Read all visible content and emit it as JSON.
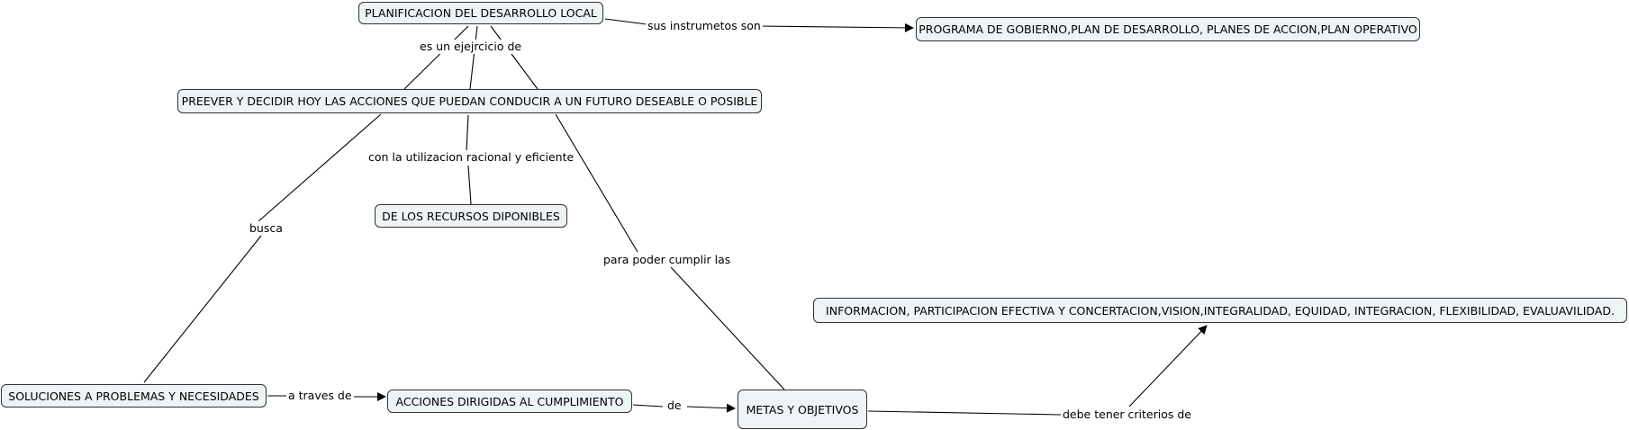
{
  "nodes": {
    "planificacion": "PLANIFICACION DEL DESARROLLO LOCAL",
    "programa": "PROGRAMA DE GOBIERNO,PLAN DE DESARROLLO, PLANES DE ACCION,PLAN OPERATIVO",
    "preever": "PREEVER Y DECIDIR HOY LAS ACCIONES QUE PUEDAN CONDUCIR A UN FUTURO DESEABLE O POSIBLE",
    "recursos": "DE LOS RECURSOS DIPONIBLES",
    "informacion": "INFORMACION, PARTICIPACION EFECTIVA Y CONCERTACION,VISION,INTEGRALIDAD, EQUIDAD, INTEGRACION, FLEXIBILIDAD, EVALUAVILIDAD.",
    "soluciones": "SOLUCIONES A PROBLEMAS Y NECESIDADES",
    "acciones": "ACCIONES DIRIGIDAS AL CUMPLIMIENTO",
    "metas": "METAS Y OBJETIVOS"
  },
  "links": {
    "sus_instrumetos": "sus instrumetos son",
    "es_ejercicio": "es un ejejrcicio de",
    "con_utilizacion": "con la utilizacion racional y eficiente",
    "busca": "busca",
    "para_poder": "para poder cumplir las",
    "a_traves": "a traves de",
    "de": "de",
    "debe_tener": "debe tener criterios de"
  }
}
